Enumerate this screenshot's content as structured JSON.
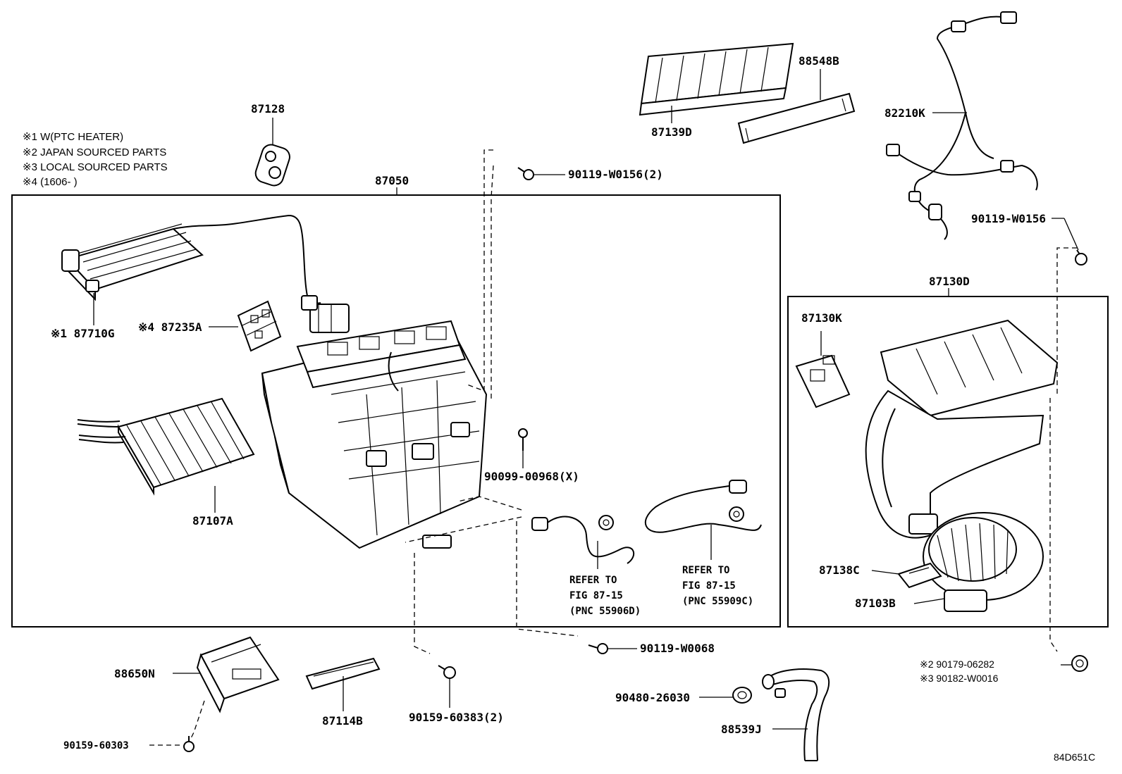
{
  "notes": [
    "※1 W(PTC HEATER)",
    "※2 JAPAN SOURCED PARTS",
    "※3 LOCAL SOURCED PARTS",
    "※4 (1606-    )"
  ],
  "parts": {
    "p87128": "87128",
    "p87050": "87050",
    "p87710g": "※1 87710G",
    "p87235a": "※4 87235A",
    "p87107a": "87107A",
    "p90119w0156_2": "90119-W0156(2)",
    "p90099": "90099-00968(X)",
    "p87139d": "87139D",
    "p88548b": "88548B",
    "p82210k": "82210K",
    "p90119w0156": "90119-W0156",
    "p87130d": "87130D",
    "p87130k": "87130K",
    "p87138c": "87138C",
    "p87103b": "87103B",
    "p90179": "※2 90179-06282",
    "p90182": "※3 90182-W0016",
    "p90119w0068": "90119-W0068",
    "p88650n": "88650N",
    "p87114b": "87114B",
    "p90159_60383": "90159-60383(2)",
    "p90159_60303": "90159-60303",
    "p90480": "90480-26030",
    "p88539j": "88539J"
  },
  "refs": {
    "ref1": [
      "REFER TO",
      "FIG 87-15",
      "(PNC 55906D)"
    ],
    "ref2": [
      "REFER TO",
      "FIG 87-15",
      "(PNC 55909C)"
    ]
  },
  "diagram_code": "84D651C"
}
